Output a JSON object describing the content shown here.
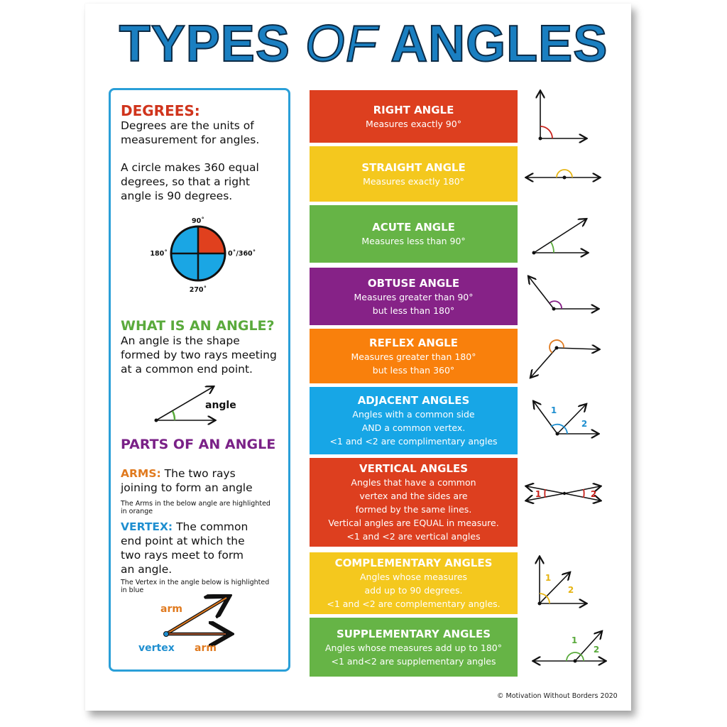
{
  "title": {
    "part1": "TYPES",
    "part2": "OF",
    "part3": "ANGLES",
    "color": "#1a7fc1"
  },
  "left_panel": {
    "degrees": {
      "heading": "DEGREES:",
      "line1": "Degrees are the units of",
      "line2": "measurement for angles.",
      "para2_line1": "A circle makes 360 equal",
      "para2_line2": "degrees, so that a right",
      "para2_line3": "angle is 90 degrees."
    },
    "circle_diagram": {
      "label_top": "90˚",
      "label_left": "180˚",
      "label_right": "0˚/360˚",
      "label_bottom": "270˚",
      "highlight_color": "#e0401e",
      "fill_color": "#1aa6e4"
    },
    "what_is": {
      "heading": "WHAT IS AN ANGLE?",
      "line1": "An angle is the shape",
      "line2": "formed by two rays meeting",
      "line3": "at a common end point.",
      "diagram_label": "angle"
    },
    "parts": {
      "heading": "PARTS OF AN ANGLE",
      "arms_key": "ARMS:",
      "arms_text1": " The two rays",
      "arms_text2": "joining to form an angle",
      "arms_note1": "The Arms in the below angle are highlighted",
      "arms_note2": "in orange",
      "vertex_key": "VERTEX:",
      "vertex_text1": " The common",
      "vertex_text2": "end point at which the",
      "vertex_text3": "two rays meet to form",
      "vertex_text4": "an angle.",
      "vertex_note1": "The Vertex in the angle below is highlighted",
      "vertex_note2": "in blue",
      "diagram_arm_top": "arm",
      "diagram_arm_bottom": "arm",
      "diagram_vertex": "vertex"
    }
  },
  "angle_types": [
    {
      "title": "RIGHT ANGLE",
      "lines": [
        "Measures exactly 90°"
      ],
      "color": "#dd3f1f"
    },
    {
      "title": "STRAIGHT ANGLE",
      "lines": [
        "Measures exactly 180°"
      ],
      "color": "#f4c81e"
    },
    {
      "title": "ACUTE ANGLE",
      "lines": [
        "Measures less than 90°"
      ],
      "color": "#66b446"
    },
    {
      "title": "OBTUSE ANGLE",
      "lines": [
        "Measures greater than 90°",
        "but less than 180°"
      ],
      "color": "#862287"
    },
    {
      "title": "REFLEX ANGLE",
      "lines": [
        "Measures greater than 180°",
        "but less than 360°"
      ],
      "color": "#f9800c"
    },
    {
      "title": "ADJACENT ANGLES",
      "lines": [
        "Angles with a common side",
        "AND a common vertex.",
        "<1 and <2 are complimentary angles"
      ],
      "color": "#17a6e6"
    },
    {
      "title": "VERTICAL ANGLES",
      "lines": [
        "Angles that have a common",
        "vertex and the sides are",
        "formed  by the same lines.",
        "Vertical angles are EQUAL in measure.",
        "<1 and <2 are vertical angles"
      ],
      "color": "#dd3f1f"
    },
    {
      "title": "COMPLEMENTARY ANGLES",
      "lines": [
        "Angles whose measures",
        "add up to 90 degrees.",
        "<1 and <2 are complementary angles."
      ],
      "color": "#f4c81e"
    },
    {
      "title": "SUPPLEMENTARY ANGLES",
      "lines": [
        "Angles whose measures add up to 180°",
        "<1 and<2 are supplementary angles"
      ],
      "color": "#66b446"
    }
  ],
  "diagram_labels": {
    "adjacent": {
      "one": "1",
      "two": "2"
    },
    "vertical": {
      "one": "1",
      "two": "2"
    },
    "complementary": {
      "one": "1",
      "two": "2"
    },
    "supplementary": {
      "one": "1",
      "two": "2"
    }
  },
  "footer": {
    "copyright": "© Motivation Without Borders 2020"
  }
}
